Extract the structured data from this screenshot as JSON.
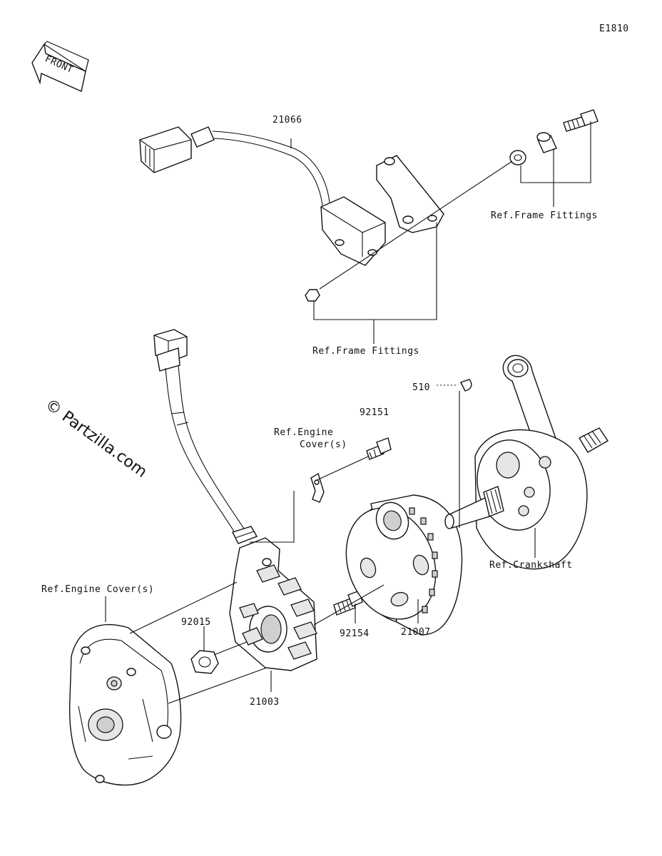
{
  "diagram_code": "E1810",
  "front_label": "FRONT",
  "watermark": "© Partzilla.com",
  "parts": [
    {
      "id": "p21066",
      "number": "21066"
    },
    {
      "id": "p92151",
      "number": "92151"
    },
    {
      "id": "p510",
      "number": "510"
    },
    {
      "id": "p92015",
      "number": "92015"
    },
    {
      "id": "p92154",
      "number": "92154"
    },
    {
      "id": "p21007",
      "number": "21007"
    },
    {
      "id": "p21003",
      "number": "21003"
    }
  ],
  "refs": {
    "frame_fittings_top": "Ref.Frame Fittings",
    "frame_fittings_mid": "Ref.Frame Fittings",
    "engine_cover_line1": "Ref.Engine",
    "engine_cover_line2": "Cover(s)",
    "crankshaft": "Ref.Crankshaft",
    "engine_cover_left": "Ref.Engine Cover(s)"
  }
}
